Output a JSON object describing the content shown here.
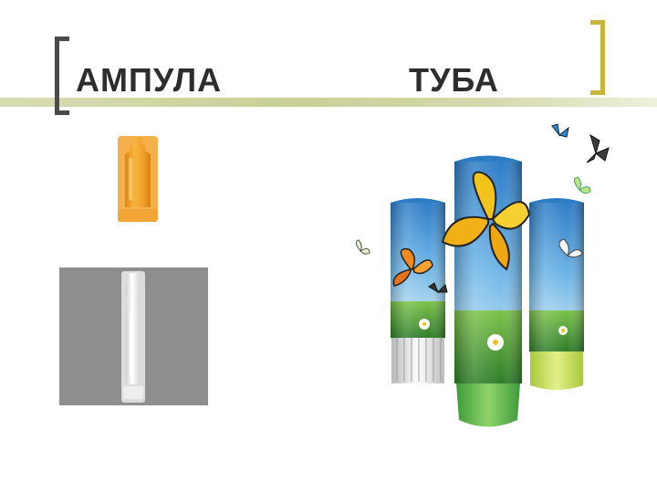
{
  "slide": {
    "title_left": "АМПУЛА",
    "title_right": "ТУБА"
  },
  "colors": {
    "title_text": "#2d2d2d",
    "left_bracket": "#4a4a4a",
    "right_bracket": "#c9b53a",
    "title_underline": "#c9cf97",
    "ampoule_orange": "#f0a02a",
    "ampoule_box_bg": "#8e8e8e"
  },
  "images": {
    "orange_ampoule": "orange-plastic-ampoule",
    "clear_ampoule": "clear-plastic-ampoule-on-grey",
    "tubes": "three-printed-tubes-with-butterflies-and-meadow"
  }
}
